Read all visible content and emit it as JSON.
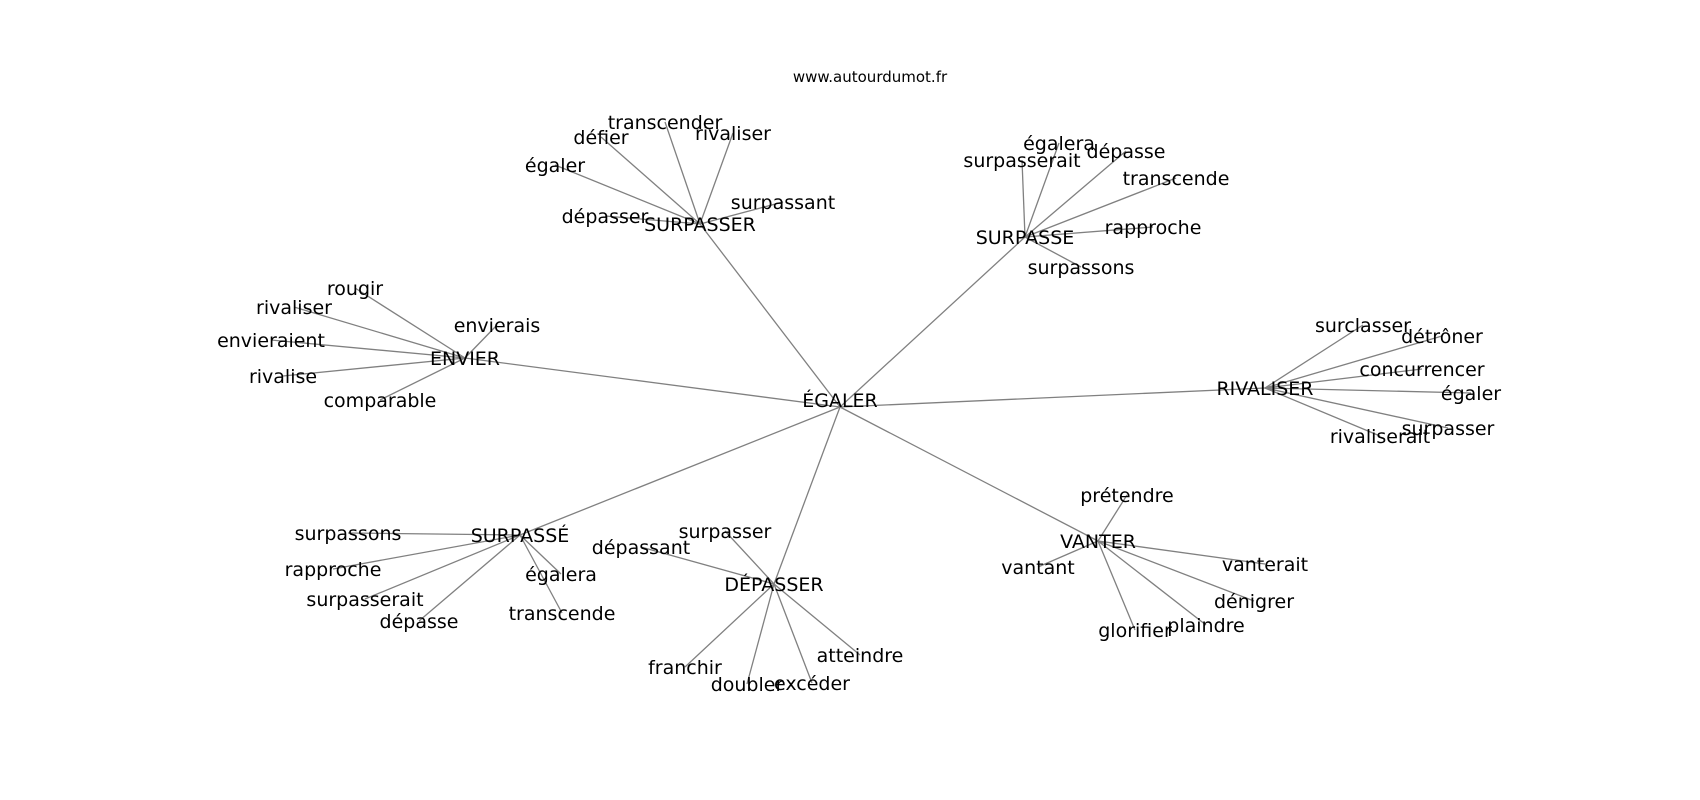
{
  "credit": "www.autourdumot.fr",
  "colors": {
    "edge": "#808080",
    "text": "#000000",
    "background": "#ffffff"
  },
  "root": "ÉGALER",
  "hubs": [
    {
      "id": "surpasser",
      "label": "SURPASSER",
      "words": [
        "transcender",
        "rivaliser",
        "défier",
        "égaler",
        "surpassant",
        "dépasser"
      ]
    },
    {
      "id": "surpasse",
      "label": "SURPASSE",
      "words": [
        "égalera",
        "dépasse",
        "surpasserait",
        "transcende",
        "rapproche",
        "surpassons"
      ]
    },
    {
      "id": "envier",
      "label": "ENVIER",
      "words": [
        "rougir",
        "rivaliser",
        "envierais",
        "envieraient",
        "rivalise",
        "comparable"
      ]
    },
    {
      "id": "rivaliser",
      "label": "RIVALISER",
      "words": [
        "surclasser",
        "détrôner",
        "concurrencer",
        "égaler",
        "surpasser",
        "rivaliserait"
      ]
    },
    {
      "id": "surpasse-acc",
      "label": "SURPASSÉ",
      "words": [
        "surpassons",
        "rapproche",
        "égalera",
        "surpasserait",
        "dépasse",
        "transcende"
      ]
    },
    {
      "id": "depasser",
      "label": "DÉPASSER",
      "words": [
        "surpasser",
        "dépassant",
        "atteindre",
        "franchir",
        "doubler",
        "excéder"
      ]
    },
    {
      "id": "vanter",
      "label": "VANTER",
      "words": [
        "prétendre",
        "vantant",
        "vanterait",
        "dénigrer",
        "plaindre",
        "glorifier"
      ]
    }
  ]
}
